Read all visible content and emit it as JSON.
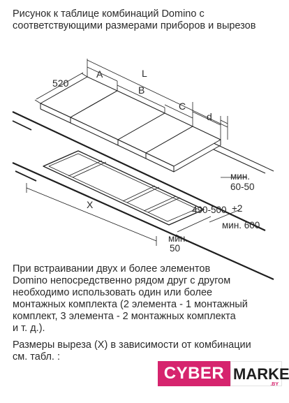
{
  "heading": {
    "line1": "Рисунок к таблице комбинаций Domino с",
    "line2": "соответствующими размерами приборов и вырезов"
  },
  "drawing": {
    "labels": {
      "dim_520": "520",
      "dim_A": "A",
      "dim_L": "L",
      "dim_B": "B",
      "dim_C": "C",
      "dim_d": "d",
      "min_label_1": "мин.",
      "min_value_1": "60-50",
      "dim_X": "X",
      "dim_490": "490-500",
      "dim_plus2": "+2",
      "min_600": "мин. 600",
      "min_label_2": "мин.",
      "min_value_2": "50"
    }
  },
  "paragraph": {
    "line1": "При встраивании двух и более элементов",
    "line2": "Domino непосредственно рядом друг с другом",
    "line3": "необходимо использовать один или более",
    "line4": "монтажных комплекта (2 элемента - 1 монтажный",
    "line5": "комплект, 3 элемента - 2 монтажных комплекта",
    "line6": "и т. д.)."
  },
  "note": {
    "line1": "Размеры выреза (X) в зависимости от комбинации",
    "line2": "см. табл. :"
  },
  "logo": {
    "part1": "CYBER",
    "part2": "MARKET",
    "suffix": ".BY",
    "accent_color": "#d6246e"
  }
}
